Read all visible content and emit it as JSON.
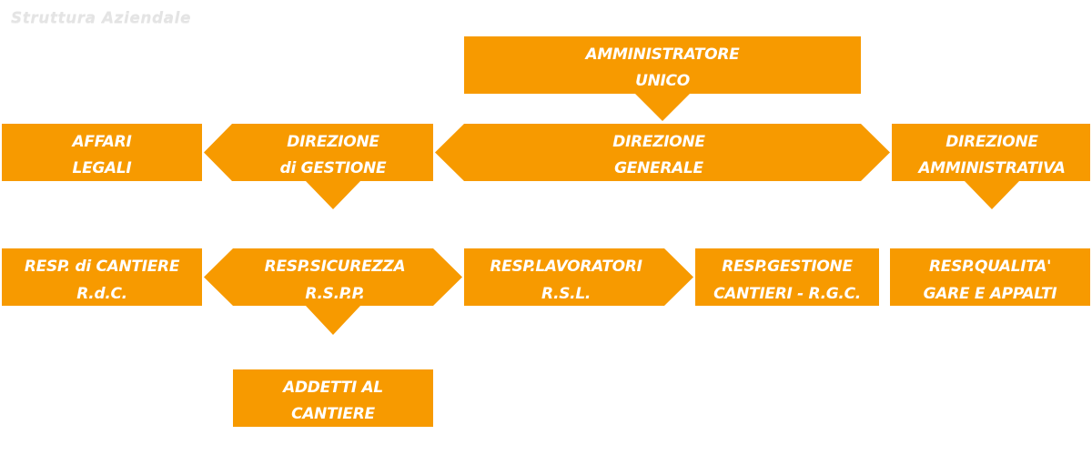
{
  "title": "Struttura Aziendale",
  "colors": {
    "box": "#f79a00",
    "text": "#ffffff",
    "title": "#e4e4e4"
  },
  "nodes": {
    "amministratore": {
      "line1": "AMMINISTRATORE",
      "line2": "UNICO"
    },
    "affari": {
      "line1": "AFFARI",
      "line2": "LEGALI"
    },
    "dir_gestione": {
      "line1": "DIREZIONE",
      "line2": "di GESTIONE"
    },
    "dir_generale": {
      "line1": "DIREZIONE",
      "line2": "GENERALE"
    },
    "dir_amministrativa": {
      "line1": "DIREZIONE",
      "line2": "AMMINISTRATIVA"
    },
    "resp_cantiere": {
      "line1": "RESP. di CANTIERE",
      "line2": "R.d.C."
    },
    "resp_sicurezza": {
      "line1": "RESP.SICUREZZA",
      "line2": "R.S.P.P."
    },
    "resp_lavoratori": {
      "line1": "RESP.LAVORATORI",
      "line2": "R.S.L."
    },
    "resp_gestione": {
      "line1": "RESP.GESTIONE",
      "line2": "CANTIERI - R.G.C."
    },
    "resp_qualita": {
      "line1": "RESP.QUALITA'",
      "line2": "GARE E APPALTI"
    },
    "addetti": {
      "line1": "ADDETTI AL",
      "line2": "CANTIERE"
    }
  }
}
